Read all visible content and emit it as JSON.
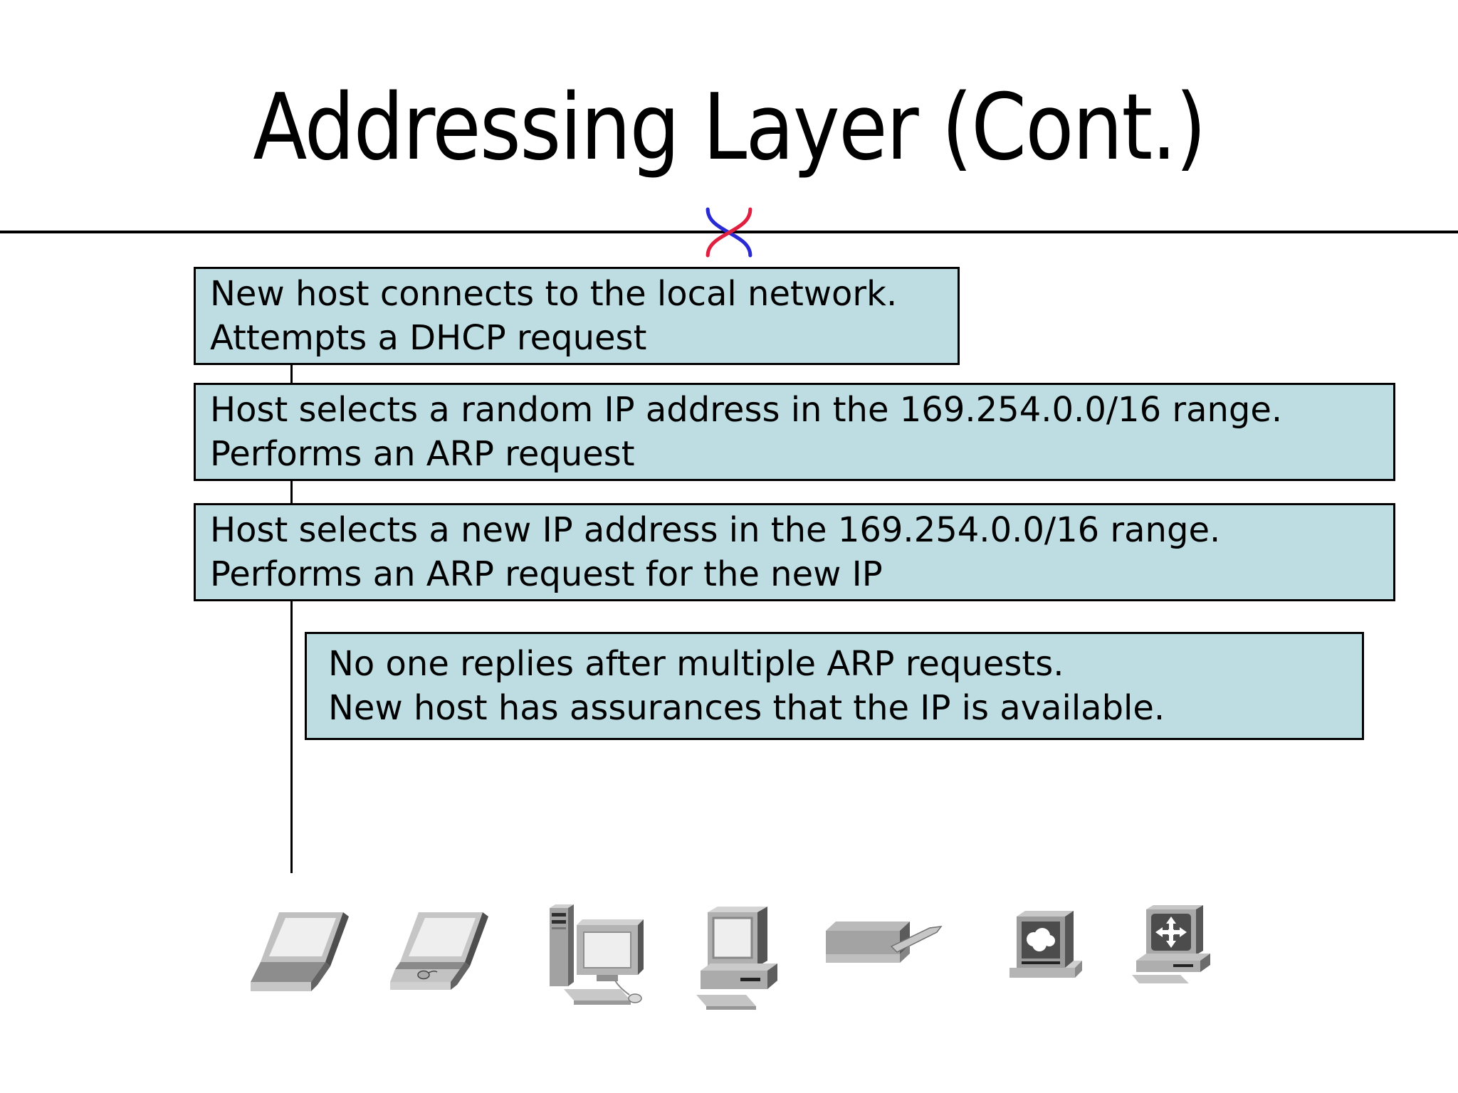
{
  "slide": {
    "title": "Addressing Layer (Cont.)",
    "boxes": [
      {
        "line1": "New host connects to the local network.",
        "line2": "Attempts a DHCP request"
      },
      {
        "line1": "Host selects a random IP address in the 169.254.0.0/16 range.",
        "line2": "Performs an ARP request"
      },
      {
        "line1": "Host selects a new IP address in the 169.254.0.0/16 range.",
        "line2": "Performs an ARP request for the new IP"
      },
      {
        "line1": "No one replies after multiple ARP requests.",
        "line2": "New host has assurances that the IP is available."
      }
    ],
    "icons": [
      "laptop-icon",
      "laptop-alt-icon",
      "desktop-pc-icon",
      "classic-computer-icon",
      "printer-icon",
      "host-cloud-icon",
      "host-arrows-icon"
    ],
    "colors": {
      "box_fill": "#bedde2",
      "box_border": "#000000",
      "line_color": "#000000",
      "chi_red": "#e02040",
      "chi_blue": "#2a2ad4"
    }
  }
}
